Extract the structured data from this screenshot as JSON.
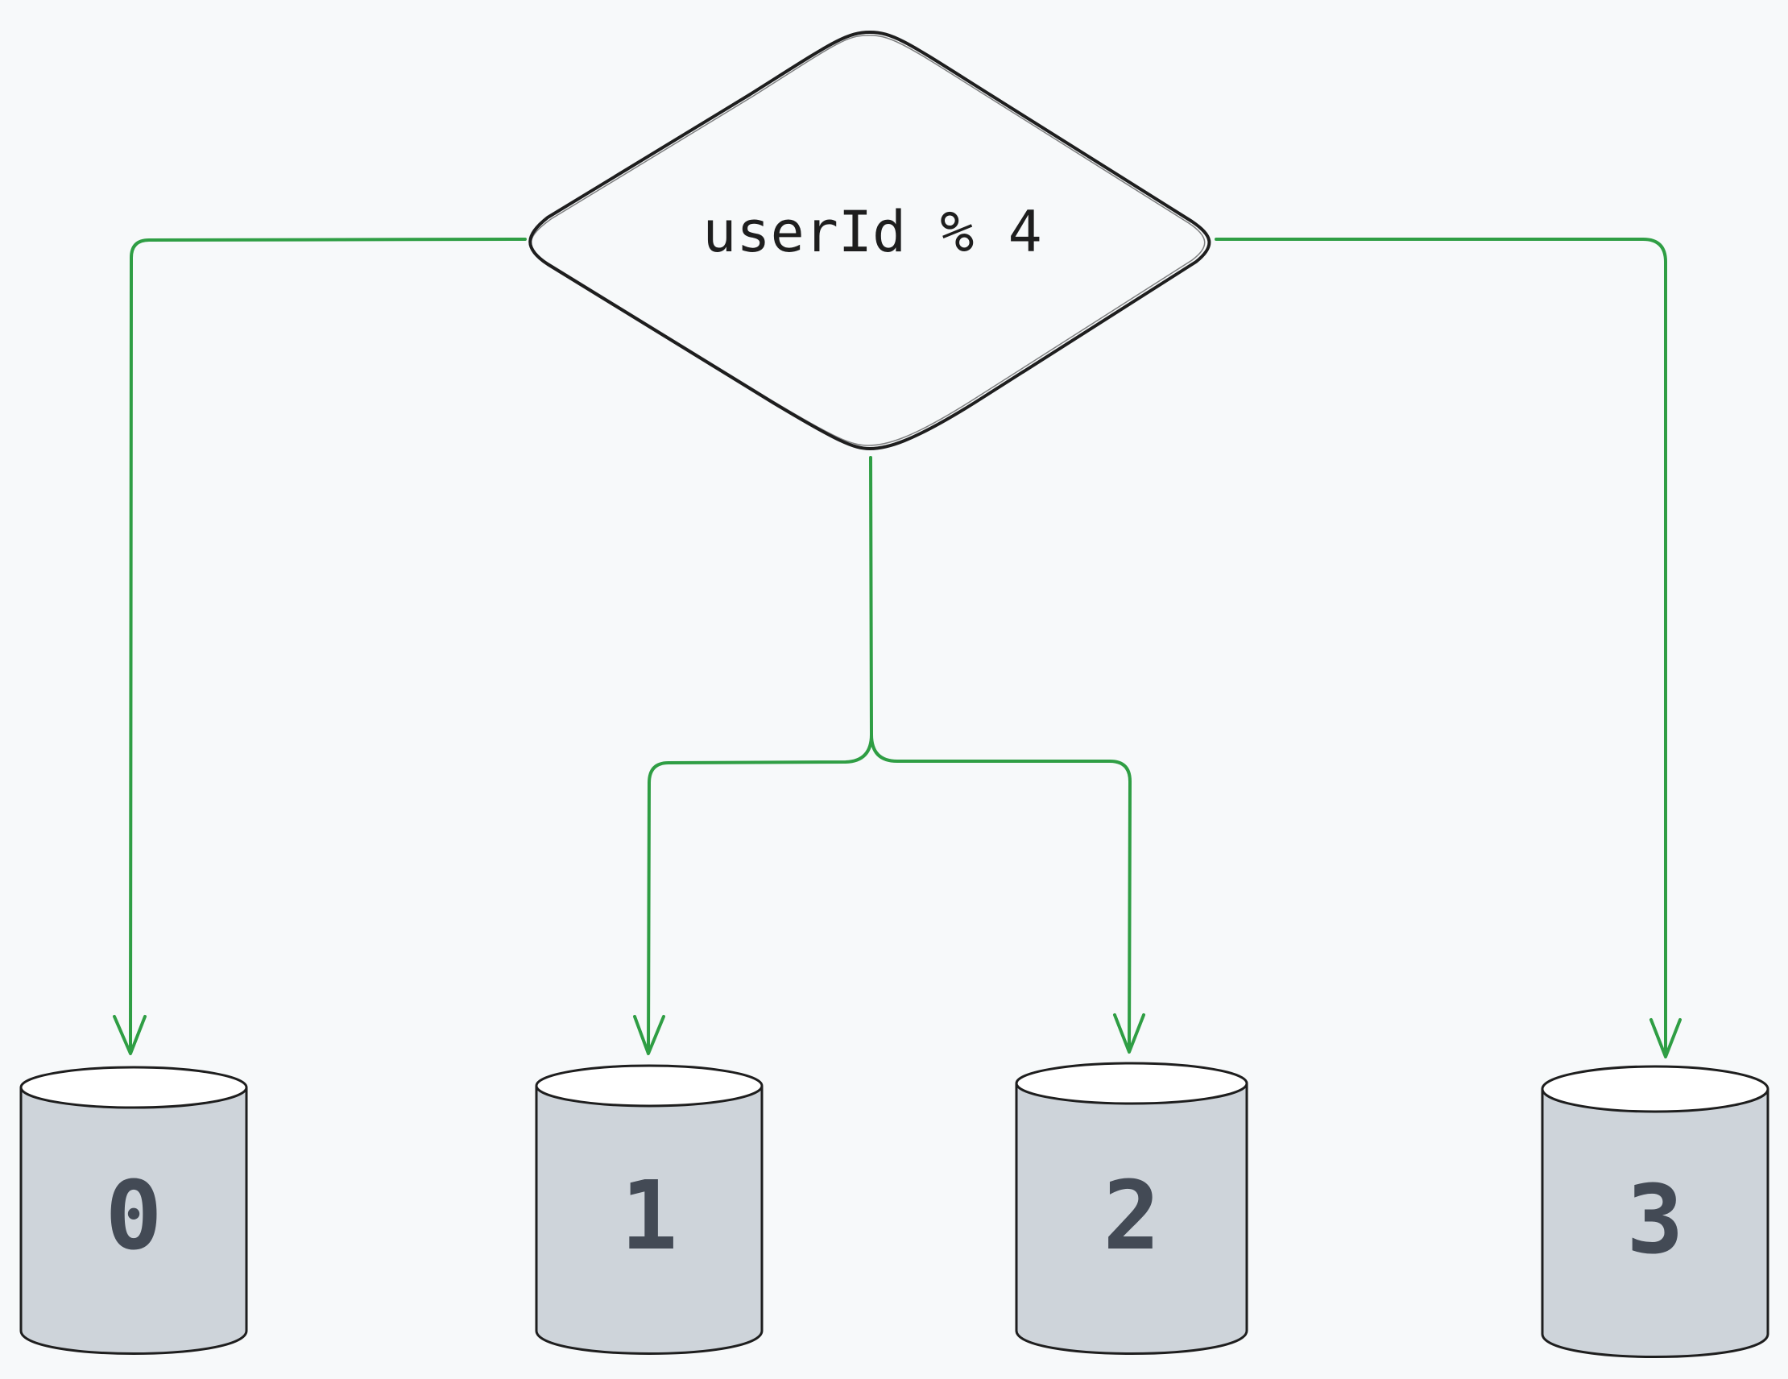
{
  "decision": {
    "label": "userId % 4"
  },
  "shards": [
    {
      "label": "0"
    },
    {
      "label": "1"
    },
    {
      "label": "2"
    },
    {
      "label": "3"
    }
  ],
  "colors": {
    "background": "#f7f9fa",
    "edge": "#2f9e44",
    "stroke": "#1e1e1e",
    "shard_body": "#ced4da",
    "shard_top": "#ffffff",
    "shard_text": "#434a55"
  }
}
